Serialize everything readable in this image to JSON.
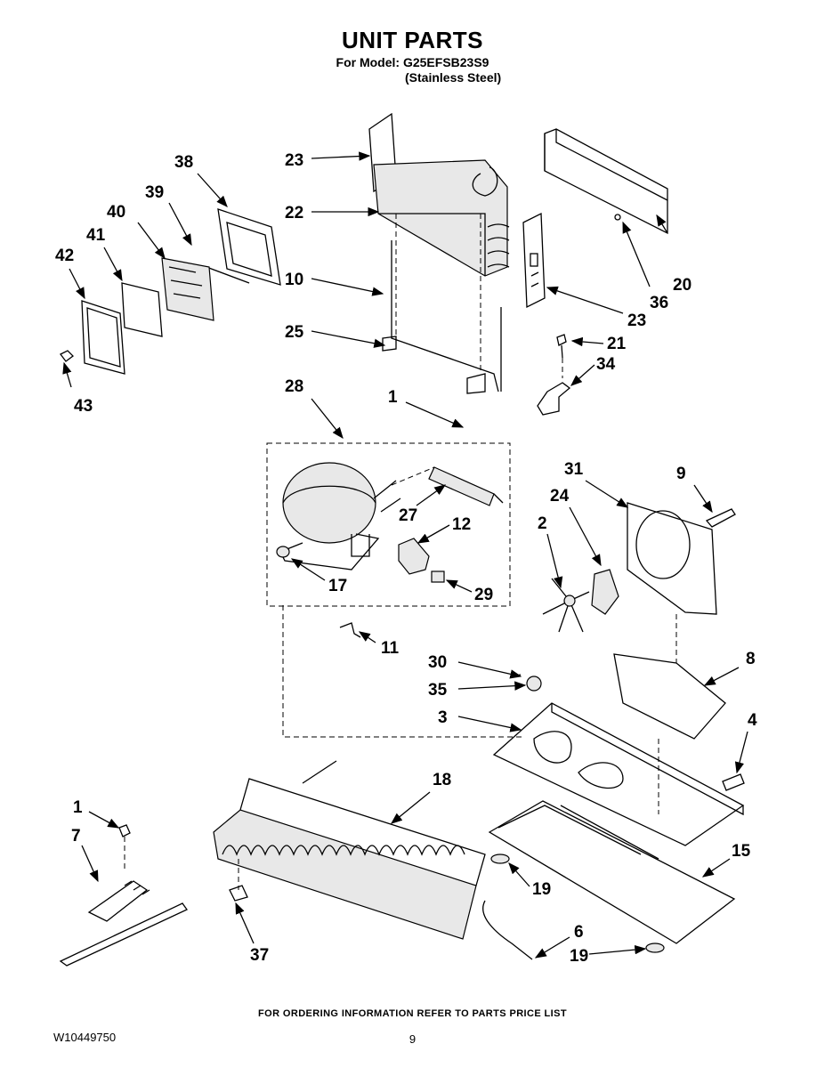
{
  "header": {
    "title": "UNIT PARTS",
    "model_line": "For Model: G25EFSB23S9",
    "finish_line": "(Stainless Steel)"
  },
  "callouts": {
    "c1a": "1",
    "c1b": "1",
    "c2": "2",
    "c3": "3",
    "c4": "4",
    "c6": "6",
    "c7": "7",
    "c8": "8",
    "c9": "9",
    "c10": "10",
    "c11": "11",
    "c12": "12",
    "c15": "15",
    "c17": "17",
    "c18": "18",
    "c19a": "19",
    "c19b": "19",
    "c20": "20",
    "c21": "21",
    "c22": "22",
    "c23a": "23",
    "c23b": "23",
    "c24": "24",
    "c25": "25",
    "c27": "27",
    "c28": "28",
    "c29": "29",
    "c30": "30",
    "c31": "31",
    "c34": "34",
    "c35": "35",
    "c36": "36",
    "c37": "37",
    "c38": "38",
    "c39": "39",
    "c40": "40",
    "c41": "41",
    "c42": "42",
    "c43": "43"
  },
  "footer": {
    "ordering_note": "FOR ORDERING INFORMATION REFER TO PARTS PRICE LIST",
    "document_number": "W10449750",
    "page_number": "9"
  }
}
